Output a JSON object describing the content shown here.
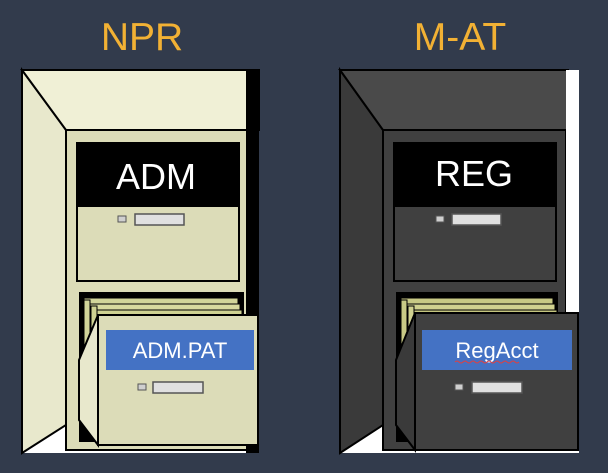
{
  "cabinets": [
    {
      "title": "NPR",
      "top_drawer_label": "ADM",
      "open_drawer_tab": "ADM.PAT",
      "body_color": "#dcdcb8",
      "folder_color": "#d2d59a"
    },
    {
      "title": "M-AT",
      "top_drawer_label": "REG",
      "open_drawer_tab": "RegAcct",
      "body_color": "#404040",
      "folder_color": "#c8c985"
    }
  ],
  "colors": {
    "background": "#323b4c",
    "title": "#f2b134",
    "label_plate": "#000000",
    "tab_fill": "#4472c4"
  }
}
